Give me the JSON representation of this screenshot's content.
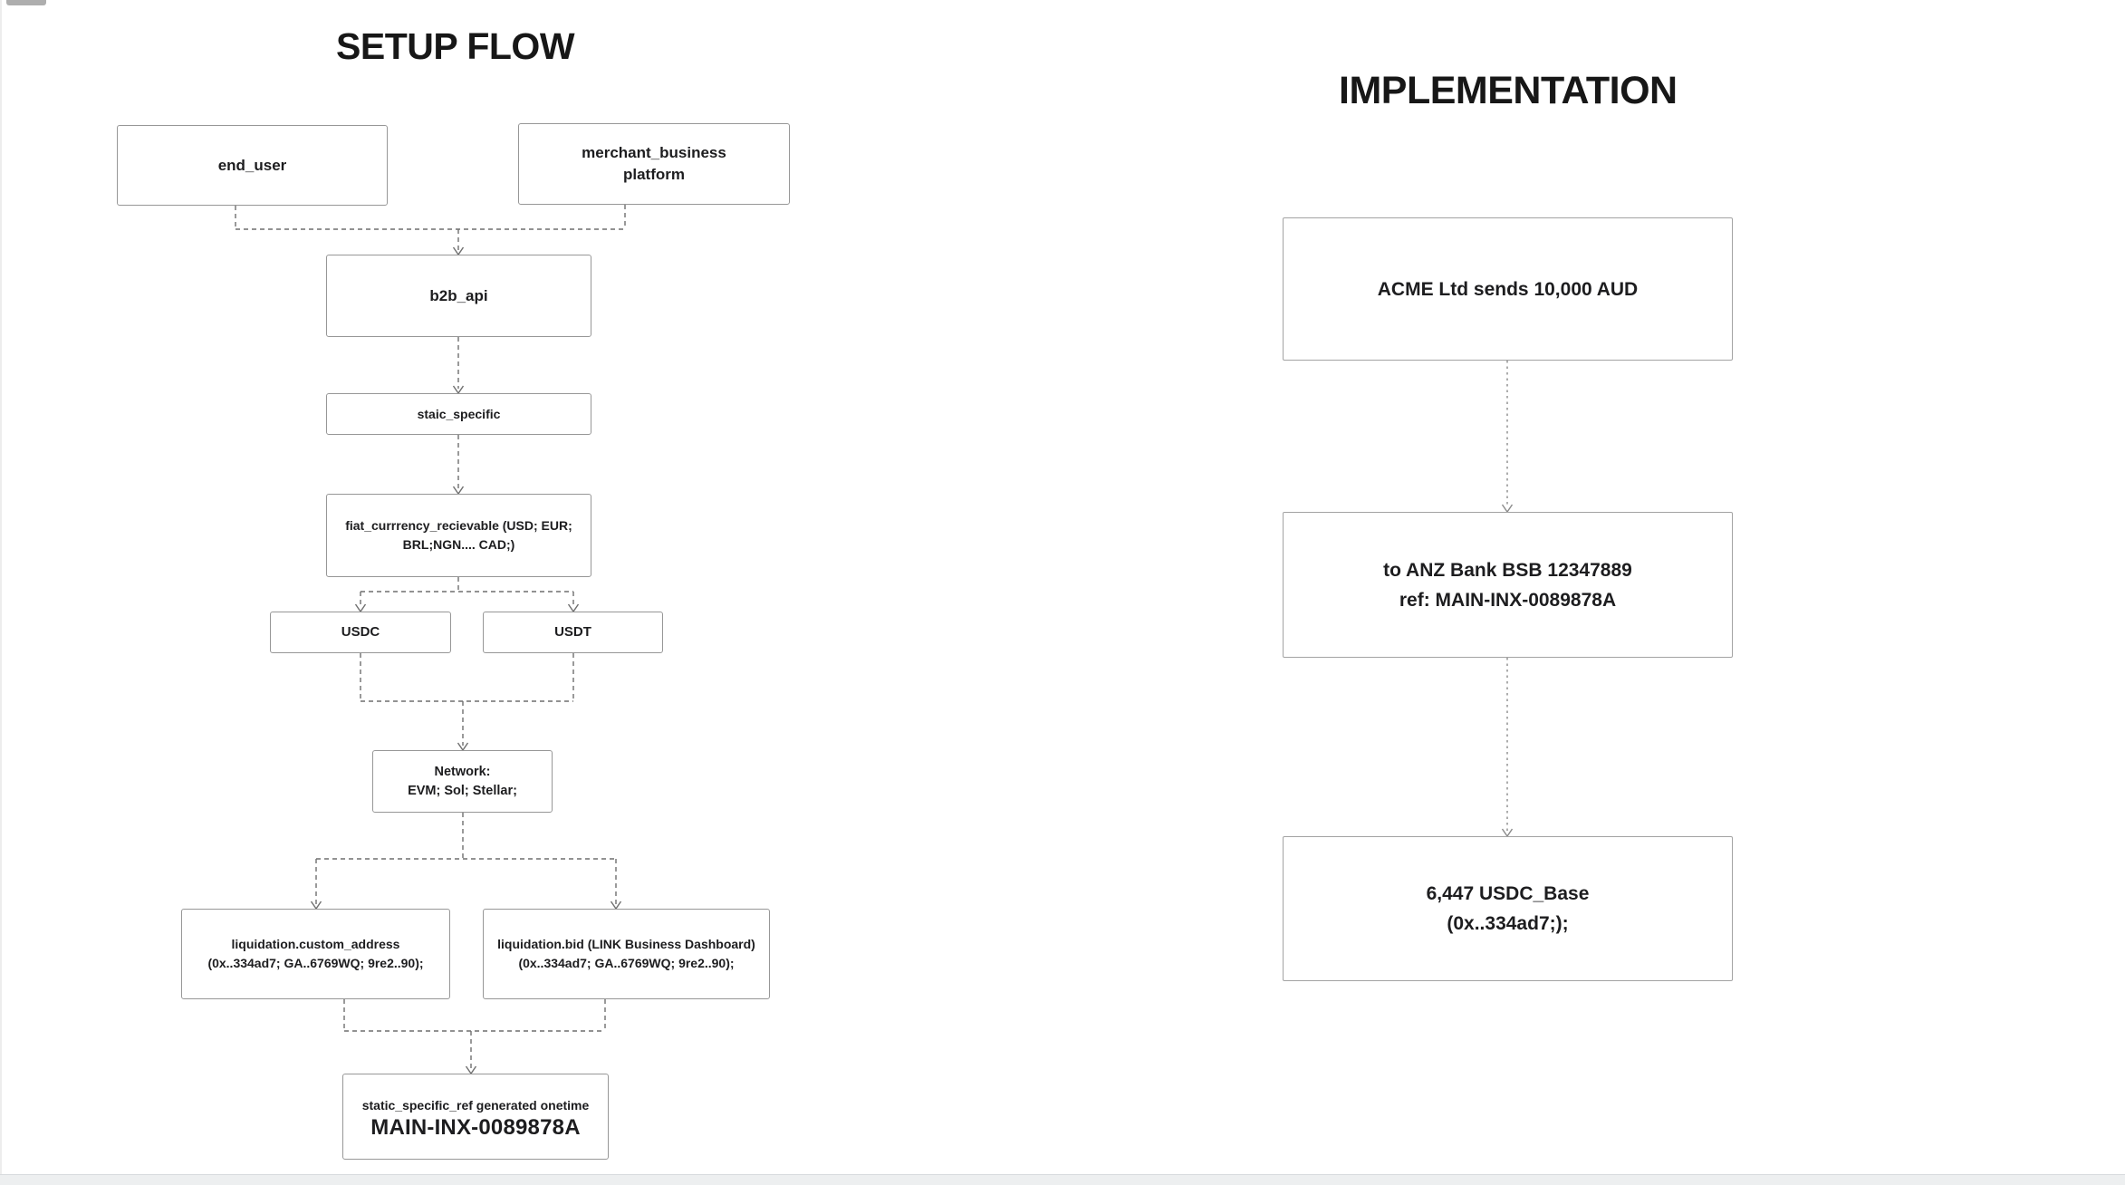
{
  "canvas": {
    "setup_flow": {
      "title": "SETUP FLOW",
      "nodes": {
        "end_user": {
          "label": "end_user"
        },
        "merchant": {
          "line1": "merchant_business",
          "line2": "platform"
        },
        "b2b_api": {
          "label": "b2b_api"
        },
        "staic_specific": {
          "label": "staic_specific"
        },
        "fiat": {
          "line1": "fiat_currrency_recievable (USD; EUR;",
          "line2": "BRL;NGN.... CAD;)"
        },
        "usdc": {
          "label": "USDC"
        },
        "usdt": {
          "label": "USDT"
        },
        "network": {
          "line1": "Network:",
          "line2": "EVM; Sol; Stellar;"
        },
        "liquidation_custom_address": {
          "line1": "liquidation.custom_address",
          "line2": "(0x..334ad7; GA..6769WQ; 9re2..90);"
        },
        "liquidation_bid": {
          "line1": "liquidation.bid (LINK Business Dashboard)",
          "line2": "(0x..334ad7; GA..6769WQ; 9re2..90);"
        },
        "static_ref": {
          "line1": "static_specific_ref generated onetime",
          "line2": "MAIN-INX-0089878A"
        }
      }
    },
    "implementation": {
      "title": "IMPLEMENTATION",
      "nodes": {
        "acme": {
          "label": "ACME Ltd sends 10,000 AUD"
        },
        "anz": {
          "line1": "to ANZ Bank BSB 12347889",
          "line2": "ref: MAIN-INX-0089878A"
        },
        "usdc_base": {
          "line1": "6,447 USDC_Base",
          "line2": "(0x..334ad7;);"
        }
      }
    },
    "colors": {
      "background": "#ffffff",
      "box_border": "#979797",
      "text": "#1d1d1f",
      "connector": "#6f6f6f"
    }
  }
}
